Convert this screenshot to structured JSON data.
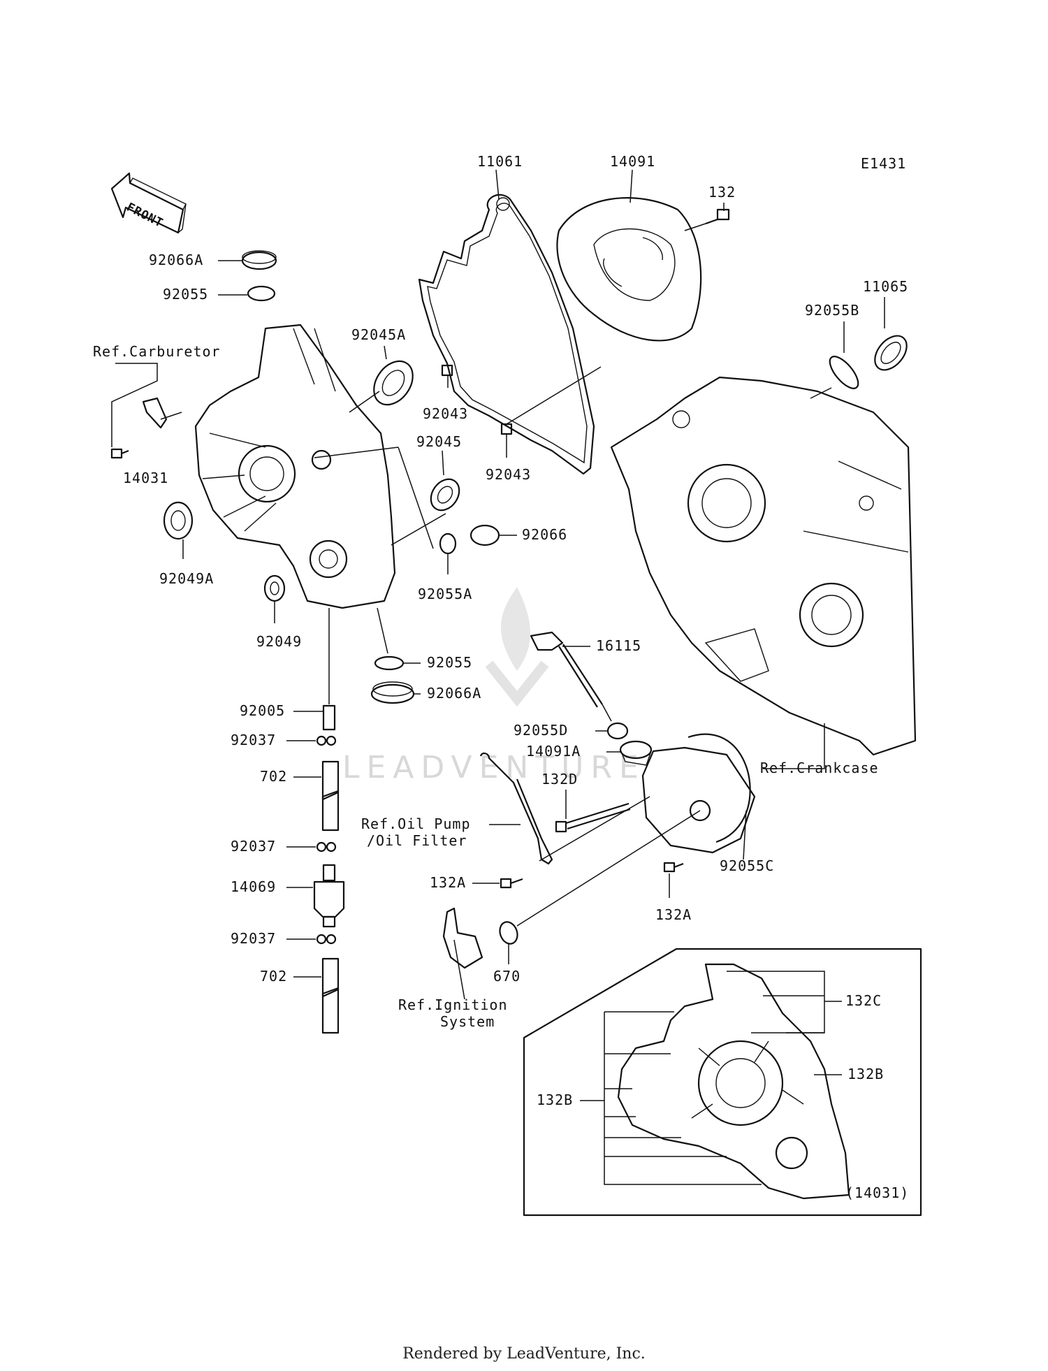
{
  "diagram_code": "E1431",
  "front_label": "FRONT",
  "watermark": "LEADVENTURE",
  "footer": "Rendered by LeadVenture, Inc.",
  "callouts": {
    "p11061": "11061",
    "p14091": "14091",
    "p132": "132",
    "p92066A_top": "92066A",
    "p92055_top": "92055",
    "p11065": "11065",
    "p92055B": "92055B",
    "ref_carburetor": "Ref.Carburetor",
    "p92045A": "92045A",
    "p92043_a": "92043",
    "p92045": "92045",
    "p92043_b": "92043",
    "p14031": "14031",
    "p92066": "92066",
    "p92049A": "92049A",
    "p92055A": "92055A",
    "p16115": "16115",
    "p92049": "92049",
    "p92055_mid": "92055",
    "p92066A_mid": "92066A",
    "p92005": "92005",
    "p92055D": "92055D",
    "p92037_a": "92037",
    "p14091A": "14091A",
    "ref_crankcase": "Ref.Crankcase",
    "p702_a": "702",
    "p132D": "132D",
    "ref_oil_pump_1": "Ref.Oil Pump",
    "ref_oil_pump_2": "/Oil Filter",
    "p92037_b": "92037",
    "p92055C": "92055C",
    "p132A_left": "132A",
    "p14069": "14069",
    "p132A_right": "132A",
    "p92037_c": "92037",
    "p670": "670",
    "p702_b": "702",
    "ref_ignition_1": "Ref.Ignition",
    "ref_ignition_2": "System",
    "p132C": "132C",
    "p132B_right": "132B",
    "p132B_left": "132B",
    "inset_ref": "(14031)"
  }
}
